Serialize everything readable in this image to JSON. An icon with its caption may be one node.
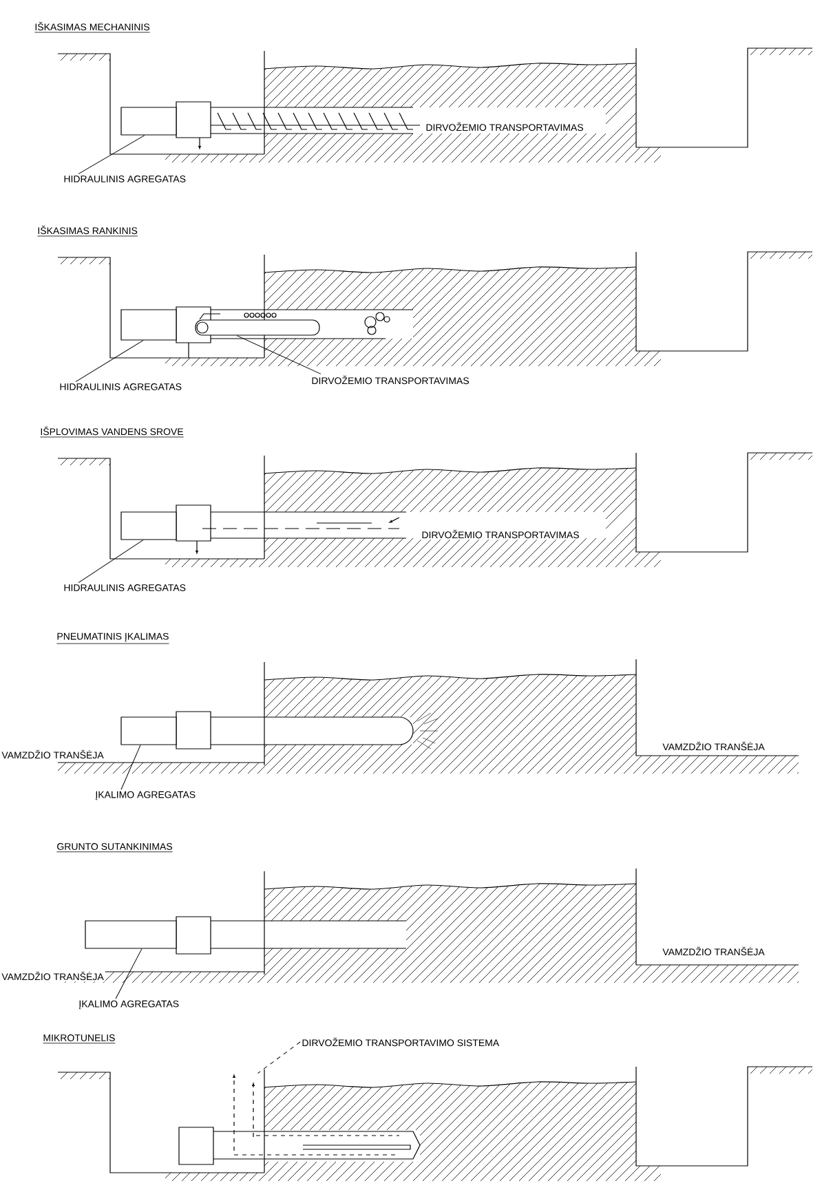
{
  "diagram": {
    "nodes": [
      {
        "text": [],
        "shape": "box"
      },
      {
        "text": [
          "HIDRAULINIS AGREGATAS"
        ]
      },
      {
        "text": [],
        "shape": "box"
      },
      {
        "text": [],
        "shape": "cylinder"
      },
      {
        "text": [
          "DIRVOŽEMIO TRANSPORTAVIMAS"
        ]
      },
      {
        "text": [
          "HIDRAULINIS AGREGATAS"
        ]
      },
      {
        "text": [],
        "shape": "box"
      },
      {
        "text": [
          "HIDRAULINIS AGREGATAS"
        ]
      },
      {
        "text": [],
        "shape": "box"
      },
      {
        "text": [
          "ĮKALIMO AGREGATAS"
        ]
      },
      {
        "text": [],
        "shape": "box"
      },
      {
        "text": [
          "ĮKALIMO AGREGATAS"
        ]
      },
      {
        "text": [],
        "shape": "arrow"
      },
      {
        "text": [
          "DIRVOŽEMIO TRANSPORTAVIMO SISTEMA"
        ]
      }
    ],
    "edges": [
      {
        "from": 1,
        "to": 0,
        "arrow": "none"
      },
      {
        "from": 4,
        "to": 3,
        "arrow": "none"
      },
      {
        "from": 5,
        "to": 2,
        "arrow": "none"
      },
      {
        "from": 7,
        "to": 6,
        "arrow": "none"
      },
      {
        "from": 9,
        "to": 8,
        "arrow": "none"
      },
      {
        "from": 11,
        "to": 10,
        "arrow": "none"
      },
      {
        "from": 13,
        "to": 12,
        "arrow": "none",
        "style": "dashed"
      }
    ],
    "labels": [
      "IŠKASIMAS MECHANINIS",
      "DIRVOŽEMIO TRANSPORTAVIMAS",
      "IŠKASIMAS RANKINIS",
      "IŠPLOVIMAS VANDENS SROVE",
      "DIRVOŽEMIO TRANSPORTAVIMAS",
      "PNEUMATINIS ĮKALIMAS",
      "VAMZDŽIO TRANŠĖJA",
      "VAMZDŽIO TRANŠĖJA",
      "GRUNTO SUTANKINIMAS",
      "VAMZDŽIO TRANŠĖJA",
      "VAMZDŽIO TRANŠĖJA",
      "MIKROTUNELIS"
    ]
  }
}
